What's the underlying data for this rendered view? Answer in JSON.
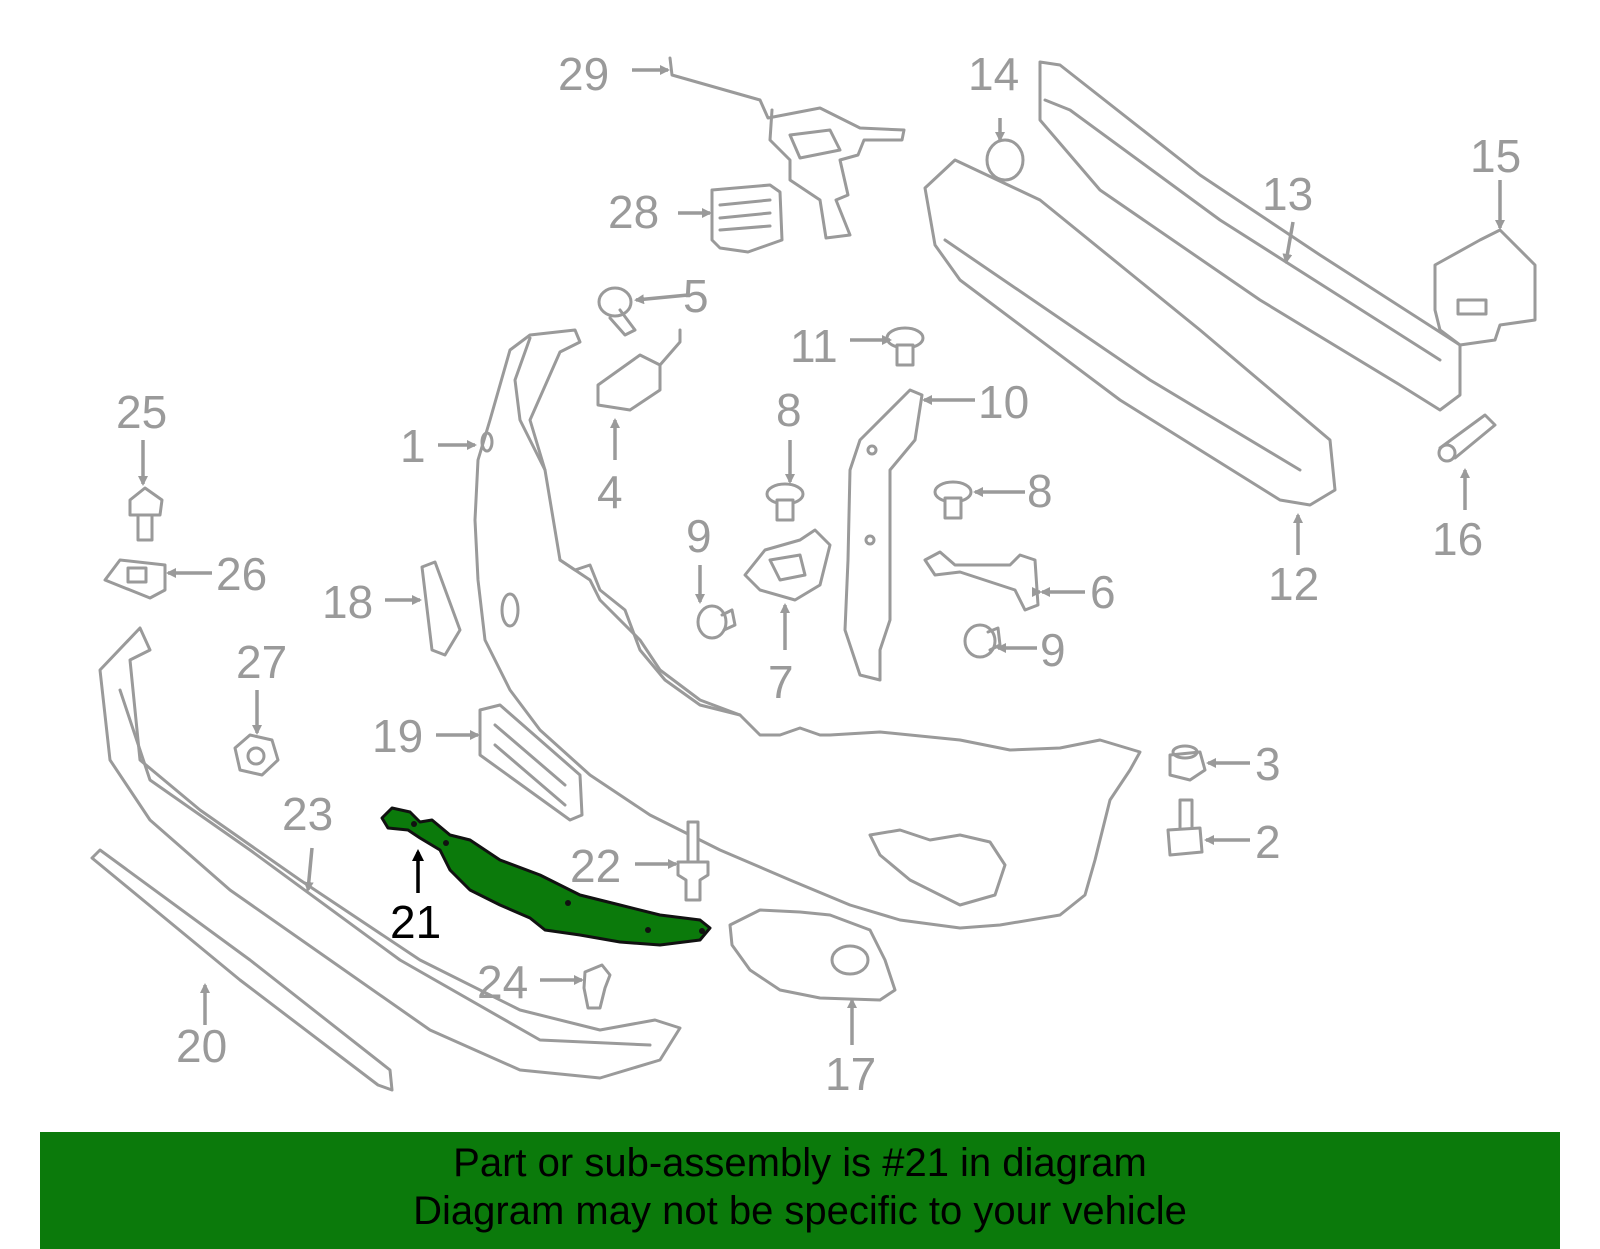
{
  "diagram": {
    "highlight_color": "#0b7a0b",
    "line_color": "#9a9a9a",
    "highlighted_part": "21",
    "callouts": {
      "c1": "1",
      "c2": "2",
      "c3": "3",
      "c4": "4",
      "c5": "5",
      "c6": "6",
      "c7": "7",
      "c8a": "8",
      "c8b": "8",
      "c9a": "9",
      "c9b": "9",
      "c10": "10",
      "c11": "11",
      "c12": "12",
      "c13": "13",
      "c14": "14",
      "c15": "15",
      "c16": "16",
      "c17": "17",
      "c18": "18",
      "c19": "19",
      "c20": "20",
      "c21": "21",
      "c22": "22",
      "c23": "23",
      "c24": "24",
      "c25": "25",
      "c26": "26",
      "c27": "27",
      "c28": "28",
      "c29": "29"
    }
  },
  "banner": {
    "line1": "Part or sub-assembly is #21 in diagram",
    "line2": "Diagram may not be specific to your vehicle"
  }
}
